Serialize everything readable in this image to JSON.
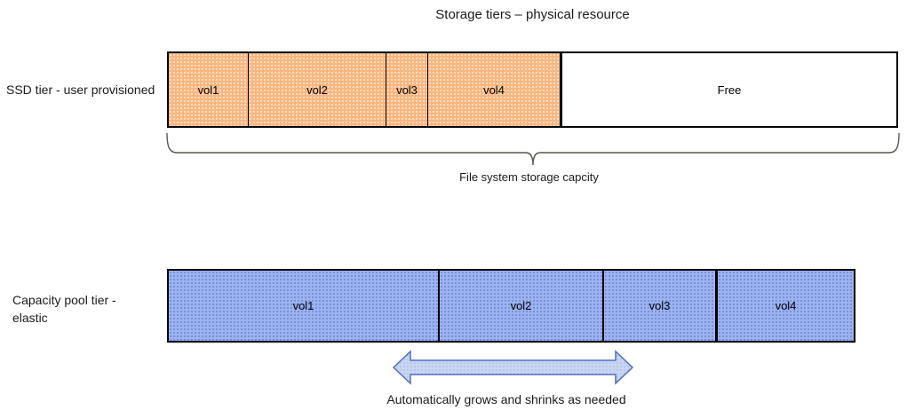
{
  "title": "Storage tiers – physical resource",
  "ssd_tier": {
    "label": "SSD tier - user provisioned",
    "segments": [
      {
        "label": "vol1"
      },
      {
        "label": "vol2"
      },
      {
        "label": "vol3"
      },
      {
        "label": "vol4"
      },
      {
        "label": "Free"
      }
    ]
  },
  "brace": {
    "label": "File system storage capcity"
  },
  "capacity_tier": {
    "label": "Capacity pool tier -\nelastic",
    "segments": [
      {
        "label": "vol1"
      },
      {
        "label": "vol2"
      },
      {
        "label": "vol3"
      },
      {
        "label": "vol4"
      }
    ]
  },
  "arrow": {
    "caption": "Automatically grows and shrinks as needed"
  },
  "colors": {
    "ssd_fill": "#F9B67E",
    "pool_fill": "#9DB3F0",
    "free_fill": "#FFFFFF",
    "bar_border": "#000000",
    "brace_stroke": "#55584F",
    "arrow_fill": "#C9D6F2",
    "arrow_border": "#4E6FC4",
    "text": "#1A1A1A"
  }
}
